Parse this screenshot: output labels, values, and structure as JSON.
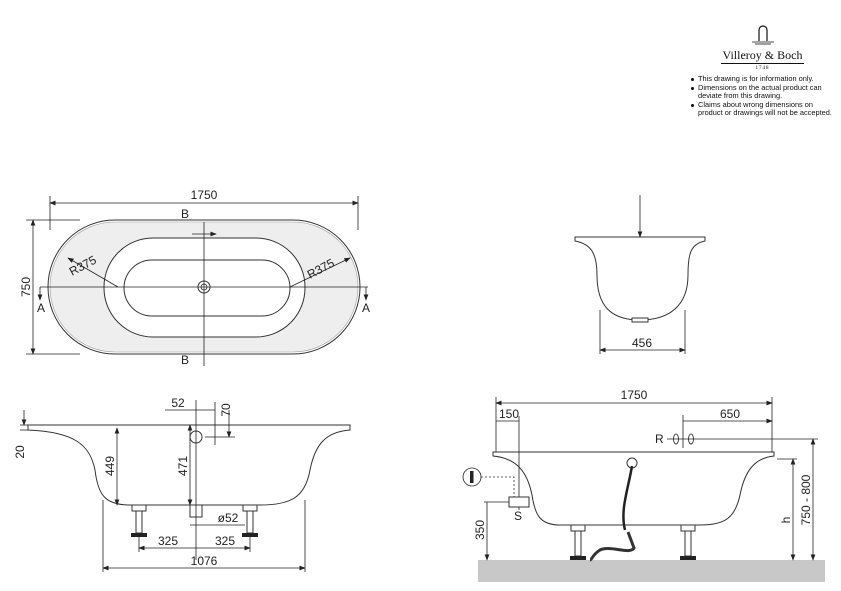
{
  "brand": {
    "name": "Villeroy & Boch",
    "year": "1748"
  },
  "notes": [
    "This drawing is for information only.",
    "Dimensions on the actual product can deviate from this drawing.",
    "Claims about wrong dimensions on product or drawings will not be accepted."
  ],
  "top_view": {
    "length": "1750",
    "width": "750",
    "radius_left": "R375",
    "radius_right": "R375",
    "section_a": "A",
    "section_b": "B"
  },
  "end_view": {
    "base_width": "456"
  },
  "side_view_left": {
    "rim": "20",
    "d52": "52",
    "d70": "70",
    "depth_449": "449",
    "depth_471": "471",
    "drain": "ø52",
    "leg_left": "325",
    "leg_right": "325",
    "leg_span": "1076"
  },
  "side_view_right": {
    "length": "1750",
    "offset_150": "150",
    "offset_650": "650",
    "r_label": "R",
    "s_label": "S",
    "height_350": "350",
    "h_label": "h",
    "height_range": "750 - 800",
    "info_icon": "info-circle-icon"
  },
  "colors": {
    "floor": "#c8c8c8",
    "tub_fill": "#ffffff",
    "lines": "#222222"
  }
}
